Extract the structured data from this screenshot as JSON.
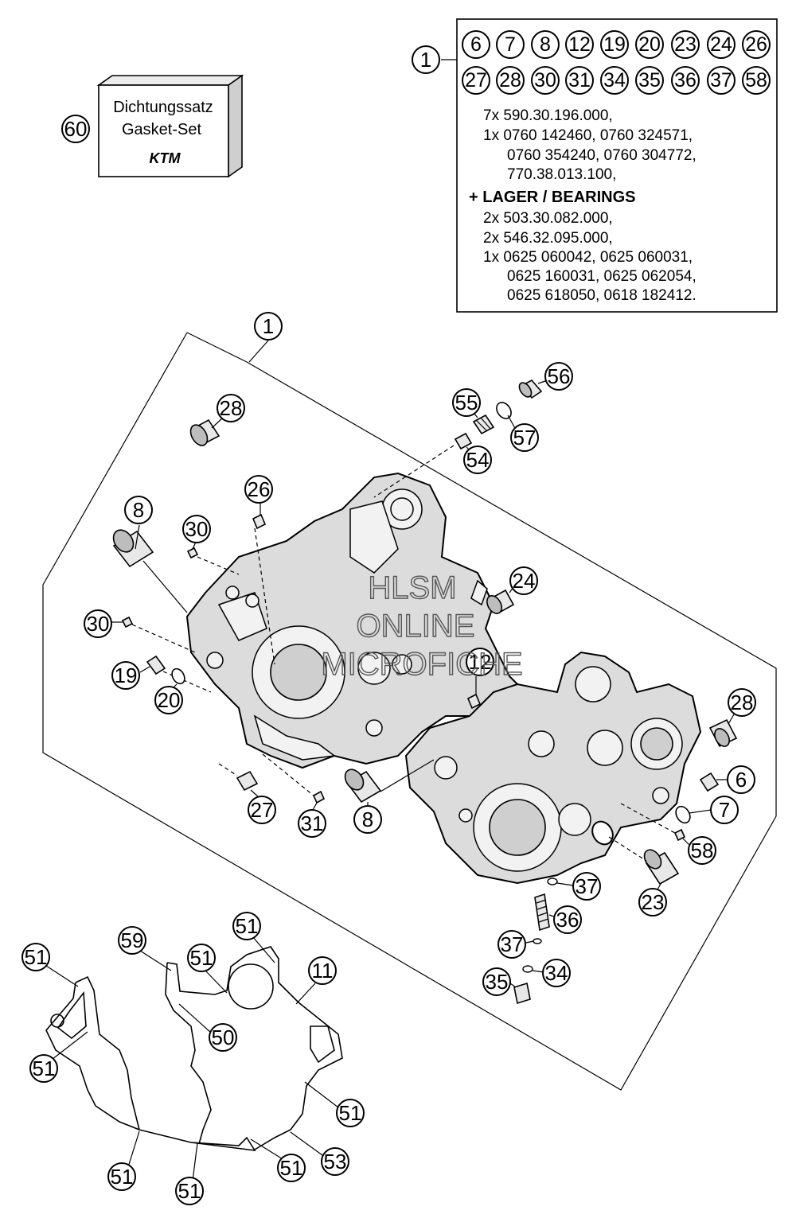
{
  "set_box": {
    "callout": "1",
    "included_refs_row1": [
      "6",
      "7",
      "8",
      "12",
      "19",
      "20",
      "23",
      "24",
      "26"
    ],
    "included_refs_row2": [
      "27",
      "28",
      "30",
      "31",
      "34",
      "35",
      "36",
      "37",
      "58"
    ],
    "lines": [
      "7x 590.30.196.000,",
      "1x 0760 142460, 0760 324571,",
      "0760 354240, 0760 304772,",
      "770.38.013.100,"
    ],
    "bearings_heading": "+ LAGER / BEARINGS",
    "bearing_lines": [
      "2x 503.30.082.000,",
      "2x 546.32.095.000,",
      "1x 0625 060042, 0625 060031,",
      "0625 160031, 0625 062054,",
      "0625 618050, 0618 182412."
    ]
  },
  "gasket_kit": {
    "callout": "60",
    "label_de": "Dichtungssatz",
    "label_en": "Gasket-Set",
    "brand": "KTM"
  },
  "watermark": {
    "line1": "HLSM",
    "line2": "ONLINE",
    "line3": "MICROFICHE"
  },
  "callouts": {
    "c1_main": "1",
    "c28a": "28",
    "c56": "56",
    "c55": "55",
    "c57": "57",
    "c54": "54",
    "c26": "26",
    "c8a": "8",
    "c30a": "30",
    "c24": "24",
    "c30b": "30",
    "c12": "12",
    "c19": "19",
    "c20": "20",
    "c28b": "28",
    "c6": "6",
    "c7": "7",
    "c27": "27",
    "c31": "31",
    "c8b": "8",
    "c58": "58",
    "c37a": "37",
    "c23": "23",
    "c36": "36",
    "c37b": "37",
    "c34": "34",
    "c35": "35",
    "c59": "59",
    "c51a": "51",
    "c51b": "51",
    "c51c": "51",
    "c11": "11",
    "c51d": "51",
    "c50": "50",
    "c51e": "51",
    "c51f": "51",
    "c53": "53",
    "c51g": "51",
    "c51h": "51"
  }
}
